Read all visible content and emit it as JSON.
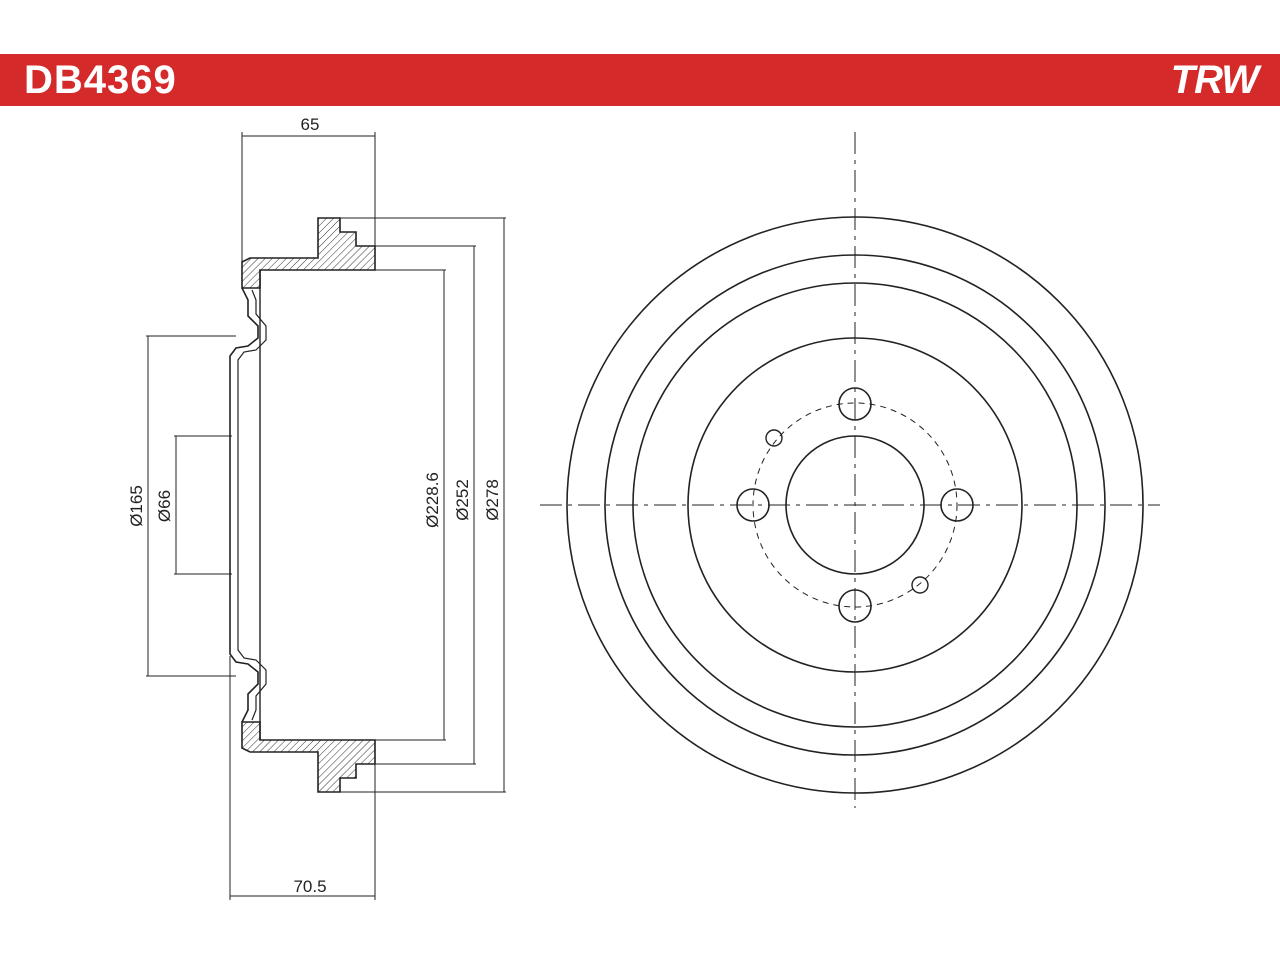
{
  "header": {
    "part_number": "DB4369",
    "brand_logo": "TRW",
    "color": "#d42a2a"
  },
  "dimensions": {
    "width_top": "65",
    "width_bottom": "70.5",
    "dia_165": "Ø165",
    "dia_66": "Ø66",
    "dia_228": "Ø228.6",
    "dia_252": "Ø252",
    "dia_278": "Ø278"
  }
}
